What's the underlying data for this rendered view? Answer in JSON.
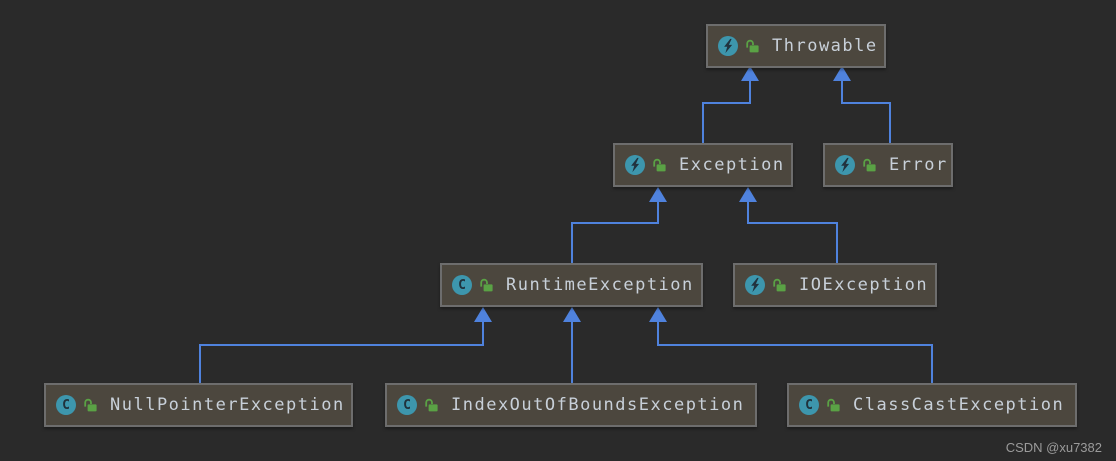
{
  "diagram": {
    "type": "uml-class-inheritance",
    "nodes": [
      {
        "label": "Throwable",
        "icon": "exception-class",
        "visibility": "public"
      },
      {
        "label": "Exception",
        "icon": "exception-class",
        "visibility": "public"
      },
      {
        "label": "Error",
        "icon": "exception-class",
        "visibility": "public"
      },
      {
        "label": "RuntimeException",
        "icon": "class",
        "visibility": "public"
      },
      {
        "label": "IOException",
        "icon": "exception-class",
        "visibility": "public"
      },
      {
        "label": "NullPointerException",
        "icon": "class",
        "visibility": "public"
      },
      {
        "label": "IndexOutOfBoundsException",
        "icon": "class",
        "visibility": "public"
      },
      {
        "label": "ClassCastException",
        "icon": "class",
        "visibility": "public"
      }
    ],
    "edges": [
      {
        "from": "Exception",
        "to": "Throwable",
        "type": "inheritance"
      },
      {
        "from": "Error",
        "to": "Throwable",
        "type": "inheritance"
      },
      {
        "from": "RuntimeException",
        "to": "Exception",
        "type": "inheritance"
      },
      {
        "from": "IOException",
        "to": "Exception",
        "type": "inheritance"
      },
      {
        "from": "NullPointerException",
        "to": "RuntimeException",
        "type": "inheritance"
      },
      {
        "from": "IndexOutOfBoundsException",
        "to": "RuntimeException",
        "type": "inheritance"
      },
      {
        "from": "ClassCastException",
        "to": "RuntimeException",
        "type": "inheritance"
      }
    ],
    "class_icon_letter": "C",
    "colors": {
      "background": "#2a2a2a",
      "node_fill": "#4c473e",
      "node_border": "#6d6d6d",
      "edge_blue": "#4f82dd",
      "text": "#c8d0d9",
      "icon_circle_teal": "#3d96ad",
      "lock_green": "#5aa245"
    }
  },
  "watermark": {
    "text": "CSDN @xu7382"
  }
}
